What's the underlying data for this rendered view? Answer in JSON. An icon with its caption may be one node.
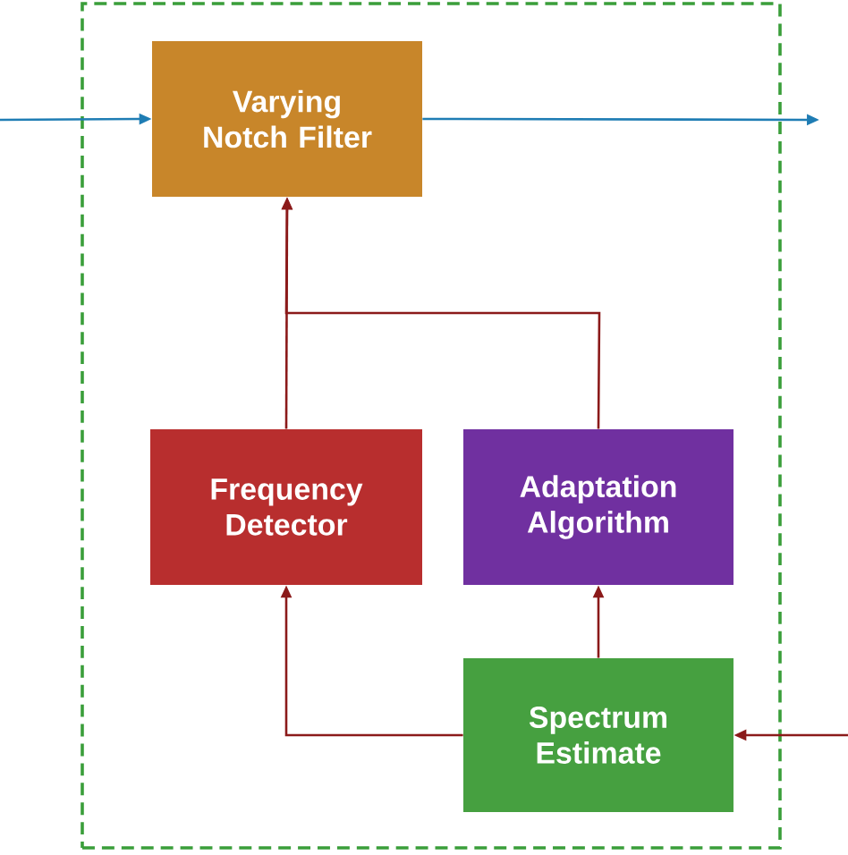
{
  "diagram": {
    "nodes": [
      {
        "text": [],
        "shape": "box"
      },
      {
        "text": [
          "Varying Notch Filter"
        ],
        "in": 0
      },
      {
        "text": [
          "Frequency Detector"
        ],
        "in": 0
      },
      {
        "text": [
          "Adaptation Algorithm"
        ],
        "in": 0
      },
      {
        "text": [
          "Spectrum Estimate"
        ],
        "in": 0
      }
    ],
    "edges": [
      {
        "from": null,
        "to": 1,
        "arrow": "to",
        "color": "#1f7db4"
      },
      {
        "from": 1,
        "to": null,
        "arrow": "to",
        "color": "#1f7db4"
      },
      {
        "from": 2,
        "to": 1,
        "arrow": "to"
      },
      {
        "from": 3,
        "to": 1,
        "arrow": "to"
      },
      {
        "from": 4,
        "to": 2,
        "arrow": "to"
      },
      {
        "from": 4,
        "to": 3,
        "arrow": "to"
      },
      {
        "from": null,
        "to": 4,
        "arrow": "to"
      }
    ]
  }
}
